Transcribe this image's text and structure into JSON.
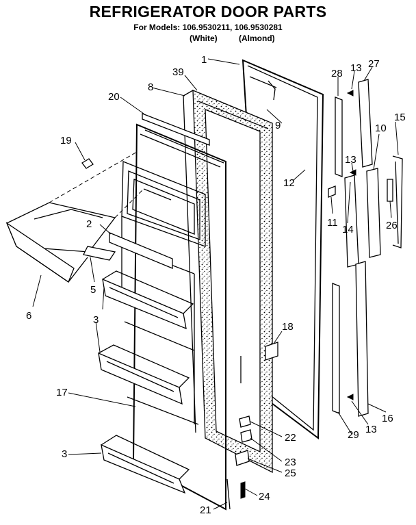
{
  "header": {
    "title": "REFRIGERATOR DOOR PARTS",
    "models_line": "For Models: 106.9530211, 106.9530281",
    "color_white": "(White)",
    "color_almond": "(Almond)"
  },
  "callouts": [
    "1",
    "39",
    "8",
    "20",
    "19",
    "9",
    "12",
    "2",
    "5",
    "6",
    "3",
    "3",
    "17",
    "3",
    "18",
    "22",
    "23",
    "25",
    "24",
    "21",
    "28",
    "13",
    "27",
    "10",
    "15",
    "13",
    "11",
    "14",
    "26",
    "16",
    "13",
    "29"
  ]
}
